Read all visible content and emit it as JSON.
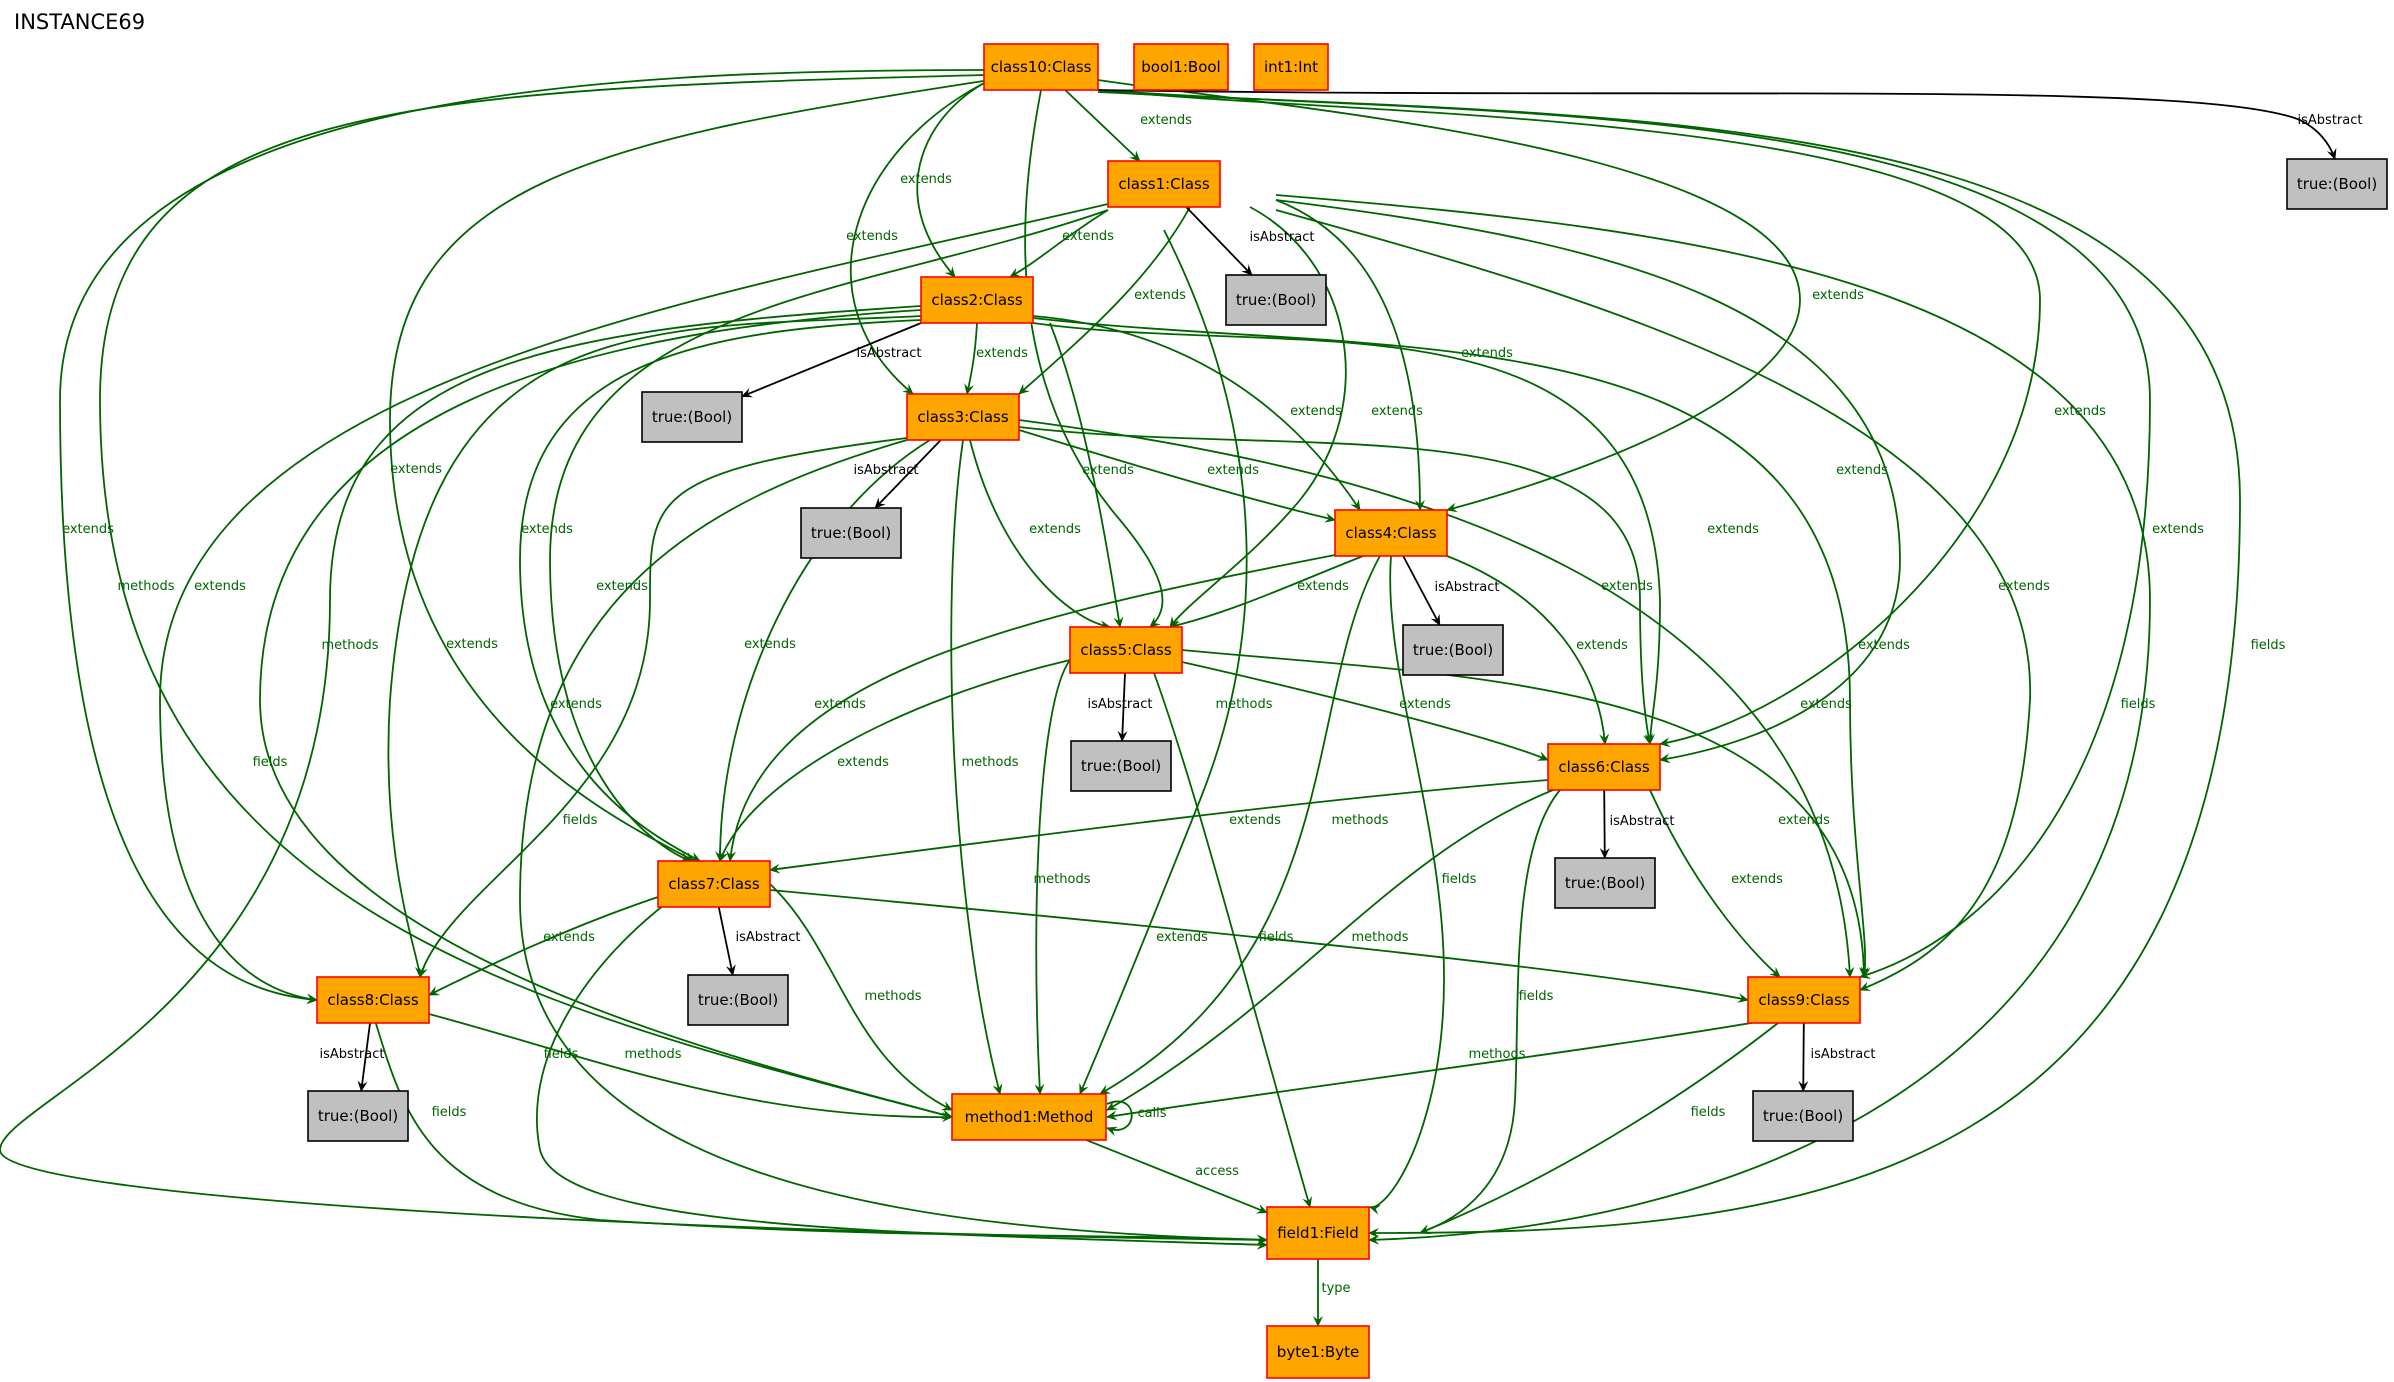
{
  "title": "INSTANCE69",
  "colors": {
    "object_fill": "#ffa500",
    "object_stroke": "#ff0000",
    "value_fill": "#c0c0c0",
    "value_stroke": "#000000",
    "green_edge": "#006400",
    "black_edge": "#000000"
  },
  "nodes": [
    {
      "id": "class10",
      "label": "class10:Class",
      "kind": "object"
    },
    {
      "id": "bool1",
      "label": "bool1:Bool",
      "kind": "object"
    },
    {
      "id": "int1",
      "label": "int1:Int",
      "kind": "object"
    },
    {
      "id": "class1",
      "label": "class1:Class",
      "kind": "object"
    },
    {
      "id": "class2",
      "label": "class2:Class",
      "kind": "object"
    },
    {
      "id": "class3",
      "label": "class3:Class",
      "kind": "object"
    },
    {
      "id": "class4",
      "label": "class4:Class",
      "kind": "object"
    },
    {
      "id": "class5",
      "label": "class5:Class",
      "kind": "object"
    },
    {
      "id": "class6",
      "label": "class6:Class",
      "kind": "object"
    },
    {
      "id": "class7",
      "label": "class7:Class",
      "kind": "object"
    },
    {
      "id": "class8",
      "label": "class8:Class",
      "kind": "object"
    },
    {
      "id": "class9",
      "label": "class9:Class",
      "kind": "object"
    },
    {
      "id": "method1",
      "label": "method1:Method",
      "kind": "object"
    },
    {
      "id": "field1",
      "label": "field1:Field",
      "kind": "object"
    },
    {
      "id": "byte1",
      "label": "byte1:Byte",
      "kind": "object"
    },
    {
      "id": "t10",
      "label": "true:(Bool)",
      "kind": "value"
    },
    {
      "id": "t1",
      "label": "true:(Bool)",
      "kind": "value"
    },
    {
      "id": "t2",
      "label": "true:(Bool)",
      "kind": "value"
    },
    {
      "id": "t3",
      "label": "true:(Bool)",
      "kind": "value"
    },
    {
      "id": "t4",
      "label": "true:(Bool)",
      "kind": "value"
    },
    {
      "id": "t5",
      "label": "true:(Bool)",
      "kind": "value"
    },
    {
      "id": "t6",
      "label": "true:(Bool)",
      "kind": "value"
    },
    {
      "id": "t7",
      "label": "true:(Bool)",
      "kind": "value"
    },
    {
      "id": "t8",
      "label": "true:(Bool)",
      "kind": "value"
    },
    {
      "id": "t9",
      "label": "true:(Bool)",
      "kind": "value"
    }
  ],
  "edges": [
    {
      "id": "e1",
      "from": "class10",
      "to": "class1",
      "label": "extends",
      "color": "green"
    },
    {
      "id": "e2",
      "from": "class10",
      "to": "class2",
      "label": "extends",
      "color": "green"
    },
    {
      "id": "e3",
      "from": "class10",
      "to": "class3",
      "label": "extends",
      "color": "green"
    },
    {
      "id": "e4",
      "from": "class10",
      "to": "class4",
      "label": "extends",
      "color": "green"
    },
    {
      "id": "e5",
      "from": "class10",
      "to": "class6",
      "label": "extends",
      "color": "green"
    },
    {
      "id": "e6",
      "from": "class10",
      "to": "class9",
      "label": "extends",
      "color": "green"
    },
    {
      "id": "e7",
      "from": "class10",
      "to": "class7",
      "label": "extends",
      "color": "green"
    },
    {
      "id": "e8",
      "from": "class10",
      "to": "class8",
      "label": "extends",
      "color": "green"
    },
    {
      "id": "e9",
      "from": "class10",
      "to": "method1",
      "label": "methods",
      "color": "green"
    },
    {
      "id": "e10",
      "from": "class10",
      "to": "field1",
      "label": "fields",
      "color": "green"
    },
    {
      "id": "e11",
      "from": "class10",
      "to": "t10",
      "label": "isAbstract",
      "color": "black"
    },
    {
      "id": "e12",
      "from": "class10",
      "to": "class5",
      "label": "",
      "color": "green"
    },
    {
      "id": "e13",
      "from": "class1",
      "to": "class2",
      "label": "extends",
      "color": "green"
    },
    {
      "id": "e14",
      "from": "class1",
      "to": "class3",
      "label": "extends",
      "color": "green"
    },
    {
      "id": "e15",
      "from": "class1",
      "to": "class4",
      "label": "extends",
      "color": "green"
    },
    {
      "id": "e16",
      "from": "class1",
      "to": "class5",
      "label": "extends",
      "color": "green"
    },
    {
      "id": "e17",
      "from": "class1",
      "to": "class6",
      "label": "extends",
      "color": "green"
    },
    {
      "id": "e18",
      "from": "class1",
      "to": "class7",
      "label": "extends",
      "color": "green"
    },
    {
      "id": "e19",
      "from": "class1",
      "to": "class8",
      "label": "extends",
      "color": "green"
    },
    {
      "id": "e20",
      "from": "class1",
      "to": "class9",
      "label": "extends",
      "color": "green"
    },
    {
      "id": "e21",
      "from": "class1",
      "to": "method1",
      "label": "methods",
      "color": "green"
    },
    {
      "id": "e22",
      "from": "class1",
      "to": "field1",
      "label": "fields",
      "color": "green"
    },
    {
      "id": "e23",
      "from": "class1",
      "to": "t1",
      "label": "isAbstract",
      "color": "black"
    },
    {
      "id": "e24",
      "from": "class2",
      "to": "class3",
      "label": "extends",
      "color": "green"
    },
    {
      "id": "e25",
      "from": "class2",
      "to": "class4",
      "label": "extends",
      "color": "green"
    },
    {
      "id": "e26",
      "from": "class2",
      "to": "class5",
      "label": "extends",
      "color": "green"
    },
    {
      "id": "e27",
      "from": "class2",
      "to": "class6",
      "label": "extends",
      "color": "green"
    },
    {
      "id": "e28",
      "from": "class2",
      "to": "class7",
      "label": "extends",
      "color": "green"
    },
    {
      "id": "e29",
      "from": "class2",
      "to": "class8",
      "label": "extends",
      "color": "green"
    },
    {
      "id": "e30",
      "from": "class2",
      "to": "class9",
      "label": "extends",
      "color": "green"
    },
    {
      "id": "e31",
      "from": "class2",
      "to": "method1",
      "label": "methods",
      "color": "green"
    },
    {
      "id": "e32",
      "from": "class2",
      "to": "field1",
      "label": "fields",
      "color": "green"
    },
    {
      "id": "e33",
      "from": "class2",
      "to": "t2",
      "label": "isAbstract",
      "color": "black"
    },
    {
      "id": "e34",
      "from": "class3",
      "to": "class4",
      "label": "extends",
      "color": "green"
    },
    {
      "id": "e35",
      "from": "class3",
      "to": "class5",
      "label": "extends",
      "color": "green"
    },
    {
      "id": "e36",
      "from": "class3",
      "to": "class6",
      "label": "extends",
      "color": "green"
    },
    {
      "id": "e37",
      "from": "class3",
      "to": "class7",
      "label": "extends",
      "color": "green"
    },
    {
      "id": "e38",
      "from": "class3",
      "to": "class8",
      "label": "extends",
      "color": "green"
    },
    {
      "id": "e39",
      "from": "class3",
      "to": "class9",
      "label": "extends",
      "color": "green"
    },
    {
      "id": "e40",
      "from": "class3",
      "to": "method1",
      "label": "methods",
      "color": "green"
    },
    {
      "id": "e41",
      "from": "class3",
      "to": "field1",
      "label": "fields",
      "color": "green"
    },
    {
      "id": "e42",
      "from": "class3",
      "to": "t3",
      "label": "isAbstract",
      "color": "black"
    },
    {
      "id": "e43",
      "from": "class4",
      "to": "class5",
      "label": "extends",
      "color": "green"
    },
    {
      "id": "e44",
      "from": "class4",
      "to": "class6",
      "label": "extends",
      "color": "green"
    },
    {
      "id": "e45",
      "from": "class4",
      "to": "class7",
      "label": "extends",
      "color": "green"
    },
    {
      "id": "e46",
      "from": "class4",
      "to": "method1",
      "label": "methods",
      "color": "green"
    },
    {
      "id": "e47",
      "from": "class4",
      "to": "field1",
      "label": "fields",
      "color": "green"
    },
    {
      "id": "e48",
      "from": "class4",
      "to": "t4",
      "label": "isAbstract",
      "color": "black"
    },
    {
      "id": "e49",
      "from": "class5",
      "to": "class6",
      "label": "extends",
      "color": "green"
    },
    {
      "id": "e50",
      "from": "class5",
      "to": "class7",
      "label": "extends",
      "color": "green"
    },
    {
      "id": "e51",
      "from": "class5",
      "to": "class9",
      "label": "extends",
      "color": "green"
    },
    {
      "id": "e52",
      "from": "class5",
      "to": "method1",
      "label": "methods",
      "color": "green"
    },
    {
      "id": "e53",
      "from": "class5",
      "to": "field1",
      "label": "fields",
      "color": "green"
    },
    {
      "id": "e54",
      "from": "class5",
      "to": "t5",
      "label": "isAbstract",
      "color": "black"
    },
    {
      "id": "e55",
      "from": "class6",
      "to": "class7",
      "label": "extends",
      "color": "green"
    },
    {
      "id": "e56",
      "from": "class6",
      "to": "class9",
      "label": "extends",
      "color": "green"
    },
    {
      "id": "e57",
      "from": "class6",
      "to": "method1",
      "label": "methods",
      "color": "green"
    },
    {
      "id": "e58",
      "from": "class6",
      "to": "field1",
      "label": "fields",
      "color": "green"
    },
    {
      "id": "e59",
      "from": "class6",
      "to": "t6",
      "label": "isAbstract",
      "color": "black"
    },
    {
      "id": "e60",
      "from": "class7",
      "to": "class8",
      "label": "extends",
      "color": "green"
    },
    {
      "id": "e61",
      "from": "class7",
      "to": "class9",
      "label": "extends",
      "color": "green"
    },
    {
      "id": "e62",
      "from": "class7",
      "to": "method1",
      "label": "methods",
      "color": "green"
    },
    {
      "id": "e63",
      "from": "class7",
      "to": "field1",
      "label": "fields",
      "color": "green"
    },
    {
      "id": "e64",
      "from": "class7",
      "to": "t7",
      "label": "isAbstract",
      "color": "black"
    },
    {
      "id": "e65",
      "from": "class8",
      "to": "method1",
      "label": "methods",
      "color": "green"
    },
    {
      "id": "e66",
      "from": "class8",
      "to": "field1",
      "label": "fields",
      "color": "green"
    },
    {
      "id": "e67",
      "from": "class8",
      "to": "t8",
      "label": "isAbstract",
      "color": "black"
    },
    {
      "id": "e68",
      "from": "class9",
      "to": "method1",
      "label": "methods",
      "color": "green"
    },
    {
      "id": "e69",
      "from": "class9",
      "to": "field1",
      "label": "fields",
      "color": "green"
    },
    {
      "id": "e70",
      "from": "class9",
      "to": "t9",
      "label": "isAbstract",
      "color": "black"
    },
    {
      "id": "e71",
      "from": "method1",
      "to": "method1",
      "label": "calls",
      "color": "green"
    },
    {
      "id": "e72",
      "from": "method1",
      "to": "field1",
      "label": "access",
      "color": "green"
    },
    {
      "id": "e73",
      "from": "field1",
      "to": "byte1",
      "label": "type",
      "color": "green"
    }
  ]
}
